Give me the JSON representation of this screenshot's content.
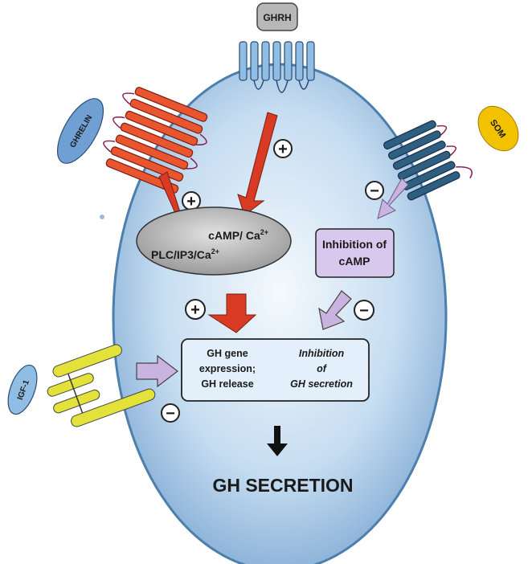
{
  "labels": {
    "ghrh": "GHRH",
    "ghrelin": "GHRELIN",
    "som": "SOM",
    "igf1": "IGF-1",
    "camp_ca": "cAMP/ Ca",
    "camp_ca_sup": "2+",
    "plc": "PLC/IP3/Ca",
    "plc_sup": "2+",
    "inhibition_camp_1": "Inhibition of",
    "inhibition_camp_2": "cAMP",
    "gh_gene_1": "GH gene",
    "gh_gene_2": "expression;",
    "gh_gene_3": "GH release",
    "inhib_gh_1": "Inhibition",
    "inhib_gh_2": "of",
    "inhib_gh_3": "GH secretion",
    "gh_secretion": "GH SECRETION",
    "plus": "+",
    "minus": "−"
  },
  "colors": {
    "cell": "#9fc3e6",
    "stimulatory": "#d93a23",
    "inhibitory": "#c9b3e0",
    "ghrelin_receptor": "#e8552f",
    "som_receptor": "#2f5f80",
    "ghrh_receptor": "#8fbde3",
    "igf1_receptor": "#e2e23a",
    "som_ligand": "#f2c200"
  }
}
